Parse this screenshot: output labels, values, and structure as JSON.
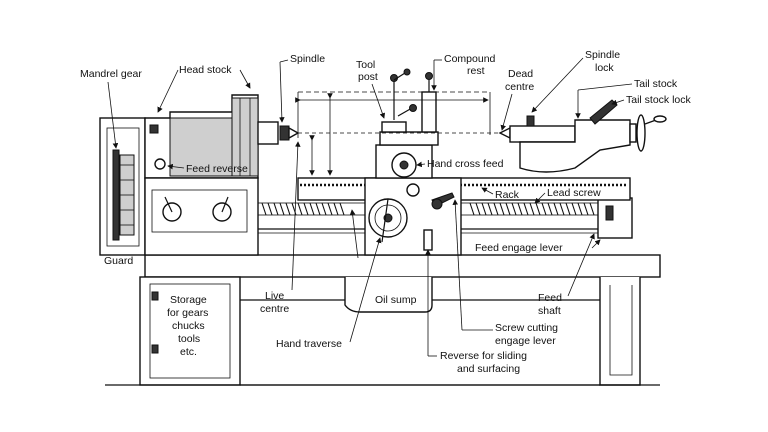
{
  "labels": {
    "mandrel_gear": "Mandrel gear",
    "head_stock": "Head stock",
    "spindle": "Spindle",
    "tool_post_1": "Tool",
    "tool_post_2": "post",
    "compound_rest_1": "Compound",
    "compound_rest_2": "rest",
    "dead_centre_1": "Dead",
    "dead_centre_2": "centre",
    "spindle_lock_1": "Spindle",
    "spindle_lock_2": "lock",
    "tail_stock": "Tail stock",
    "tail_stock_lock": "Tail stock lock",
    "feed_reverse": "Feed reverse",
    "hand_cross_feed": "Hand cross feed",
    "rack": "Rack",
    "lead_screw": "Lead screw",
    "feed_engage_lever": "Feed engage lever",
    "guard": "Guard",
    "storage_1": "Storage",
    "storage_2": "for gears",
    "storage_3": "chucks",
    "storage_4": "tools",
    "storage_5": "etc.",
    "live_centre_1": "Live",
    "live_centre_2": "centre",
    "oil_sump": "Oil sump",
    "feed_shaft_1": "Feed",
    "feed_shaft_2": "shaft",
    "hand_traverse": "Hand traverse",
    "screw_cutting_1": "Screw cutting",
    "screw_cutting_2": "engage lever",
    "reverse_sliding_1": "Reverse for sliding",
    "reverse_sliding_2": "and surfacing"
  }
}
